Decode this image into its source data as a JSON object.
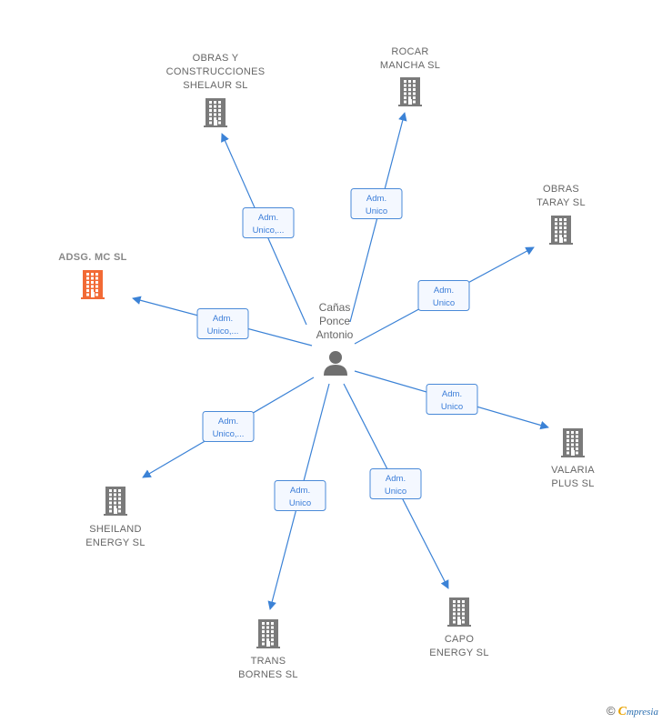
{
  "center": {
    "name": [
      "Cañas",
      "Ponce",
      "Antonio"
    ],
    "icon": "person-icon"
  },
  "companies": [
    {
      "id": "obras-y-construcciones-shelaur",
      "label": [
        "OBRAS Y",
        "CONSTRUCCIONES",
        "SHELAUR  SL"
      ],
      "edge": [
        "Adm.",
        "Unico,..."
      ],
      "active": false,
      "icon": "building-icon"
    },
    {
      "id": "rocar-mancha",
      "label": [
        "ROCAR",
        "MANCHA SL"
      ],
      "edge": [
        "Adm.",
        "Unico"
      ],
      "active": false,
      "icon": "building-icon"
    },
    {
      "id": "obras-taray",
      "label": [
        "OBRAS",
        "TARAY  SL"
      ],
      "edge": [
        "Adm.",
        "Unico"
      ],
      "active": false,
      "icon": "building-icon"
    },
    {
      "id": "adsg-mc",
      "label": [
        "ADSG. MC  SL"
      ],
      "edge": [
        "Adm.",
        "Unico,..."
      ],
      "active": true,
      "icon": "building-icon"
    },
    {
      "id": "valaria-plus",
      "label": [
        "VALARIA",
        "PLUS  SL"
      ],
      "edge": [
        "Adm.",
        "Unico"
      ],
      "active": false,
      "icon": "building-icon"
    },
    {
      "id": "sheiland-energy",
      "label": [
        "SHEILAND",
        "ENERGY  SL"
      ],
      "edge": [
        "Adm.",
        "Unico,..."
      ],
      "active": false,
      "icon": "building-icon"
    },
    {
      "id": "trans-bornes",
      "label": [
        "TRANS",
        "BORNES SL"
      ],
      "edge": [
        "Adm.",
        "Unico"
      ],
      "active": false,
      "icon": "building-icon"
    },
    {
      "id": "capo-energy",
      "label": [
        "CAPO",
        "ENERGY  SL"
      ],
      "edge": [
        "Adm.",
        "Unico"
      ],
      "active": false,
      "icon": "building-icon"
    }
  ],
  "colors": {
    "edge": "#3b82d6",
    "building": "#7a7a7a",
    "building_active": "#f26a35",
    "person": "#6f6f6f"
  },
  "footer": {
    "copyright": "©",
    "brand_initial": "C",
    "brand_rest": "mpresia"
  }
}
